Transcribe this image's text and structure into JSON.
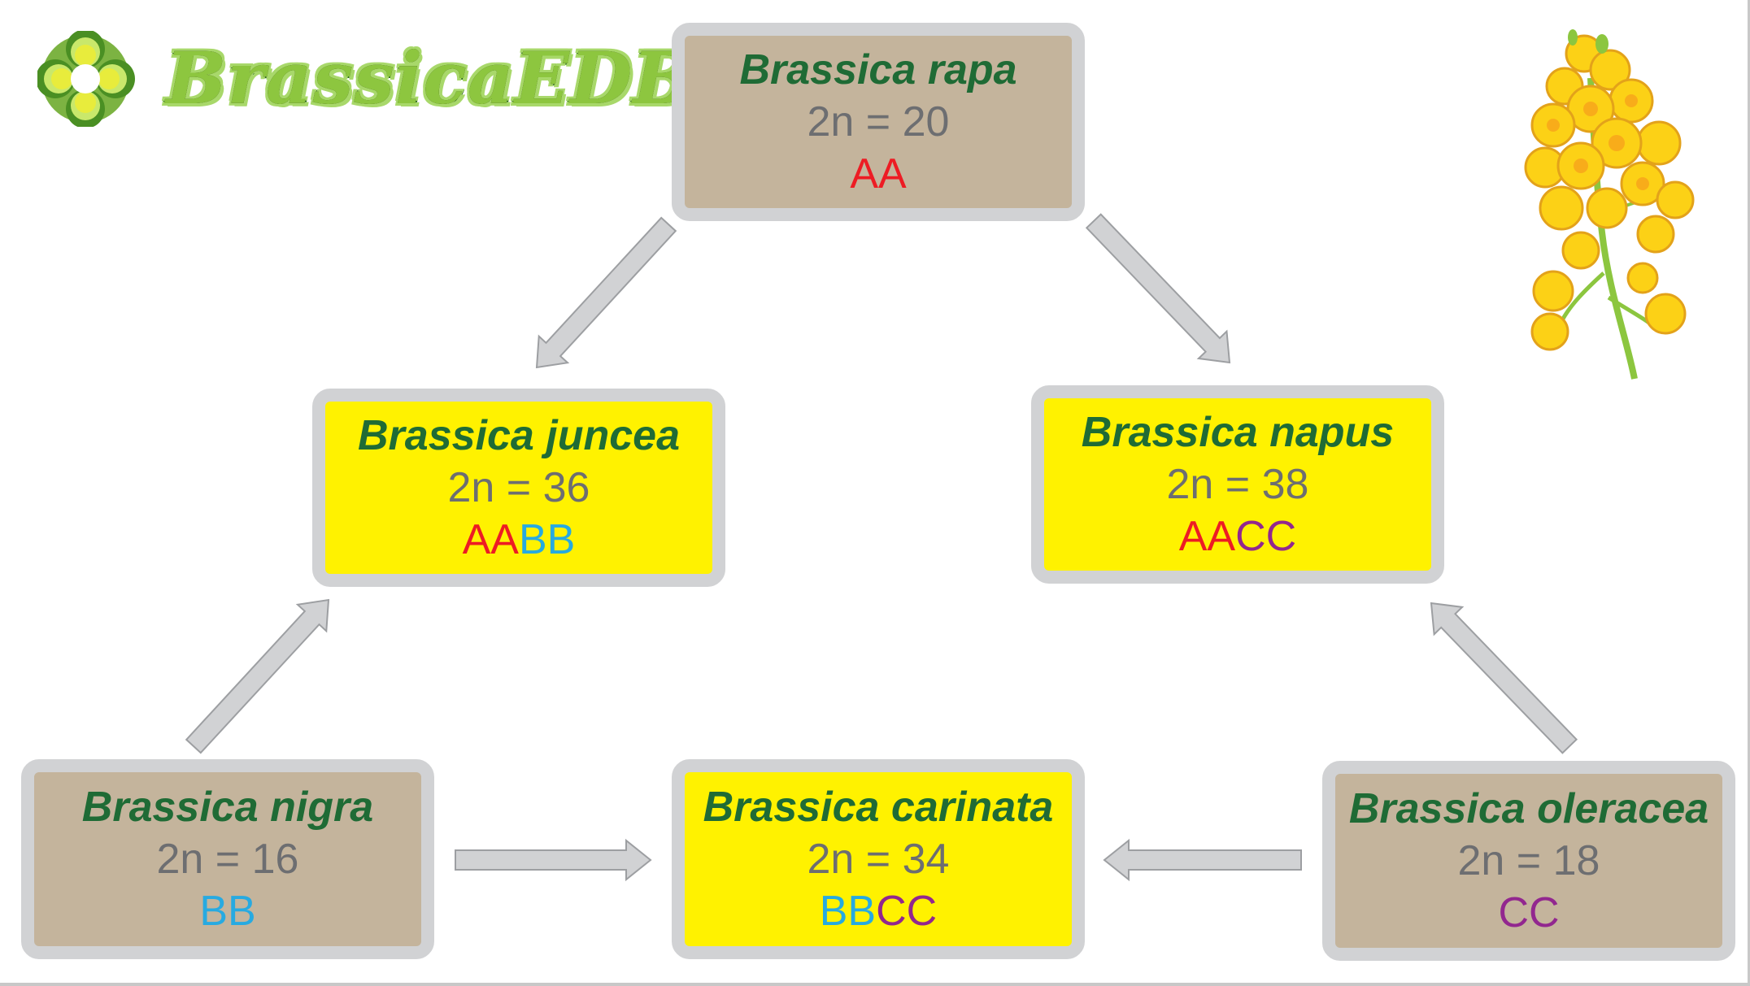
{
  "logo": {
    "text": "BrassicaEDB",
    "icon": "flower-logo-icon"
  },
  "decoration": {
    "icon": "rapeseed-flower-illustration"
  },
  "colors": {
    "genome_A": "#ed1c24",
    "genome_B": "#27aae1",
    "genome_C": "#92278f",
    "species": "#1f6b35",
    "chromosome": "#6d6e71",
    "diploid_fill": "#c4b49c",
    "hybrid_fill": "#fff200",
    "box_border": "#d1d2d4",
    "arrow": "#d1d2d4"
  },
  "species": {
    "rapa": {
      "name": "Brassica rapa",
      "chromosomes": "2n = 20",
      "genome": [
        "AA"
      ]
    },
    "juncea": {
      "name": "Brassica juncea",
      "chromosomes": "2n = 36",
      "genome": [
        "AA",
        "BB"
      ]
    },
    "napus": {
      "name": "Brassica napus",
      "chromosomes": "2n = 38",
      "genome": [
        "AA",
        "CC"
      ]
    },
    "nigra": {
      "name": "Brassica nigra",
      "chromosomes": "2n = 16",
      "genome": [
        "BB"
      ]
    },
    "carinata": {
      "name": "Brassica carinata",
      "chromosomes": "2n = 34",
      "genome": [
        "BB",
        "CC"
      ]
    },
    "oleracea": {
      "name": "Brassica oleracea",
      "chromosomes": "2n = 18",
      "genome": [
        "CC"
      ]
    }
  },
  "relations": [
    {
      "from": "rapa",
      "to": "juncea"
    },
    {
      "from": "rapa",
      "to": "napus"
    },
    {
      "from": "nigra",
      "to": "juncea"
    },
    {
      "from": "nigra",
      "to": "carinata"
    },
    {
      "from": "oleracea",
      "to": "carinata"
    },
    {
      "from": "oleracea",
      "to": "napus"
    }
  ]
}
